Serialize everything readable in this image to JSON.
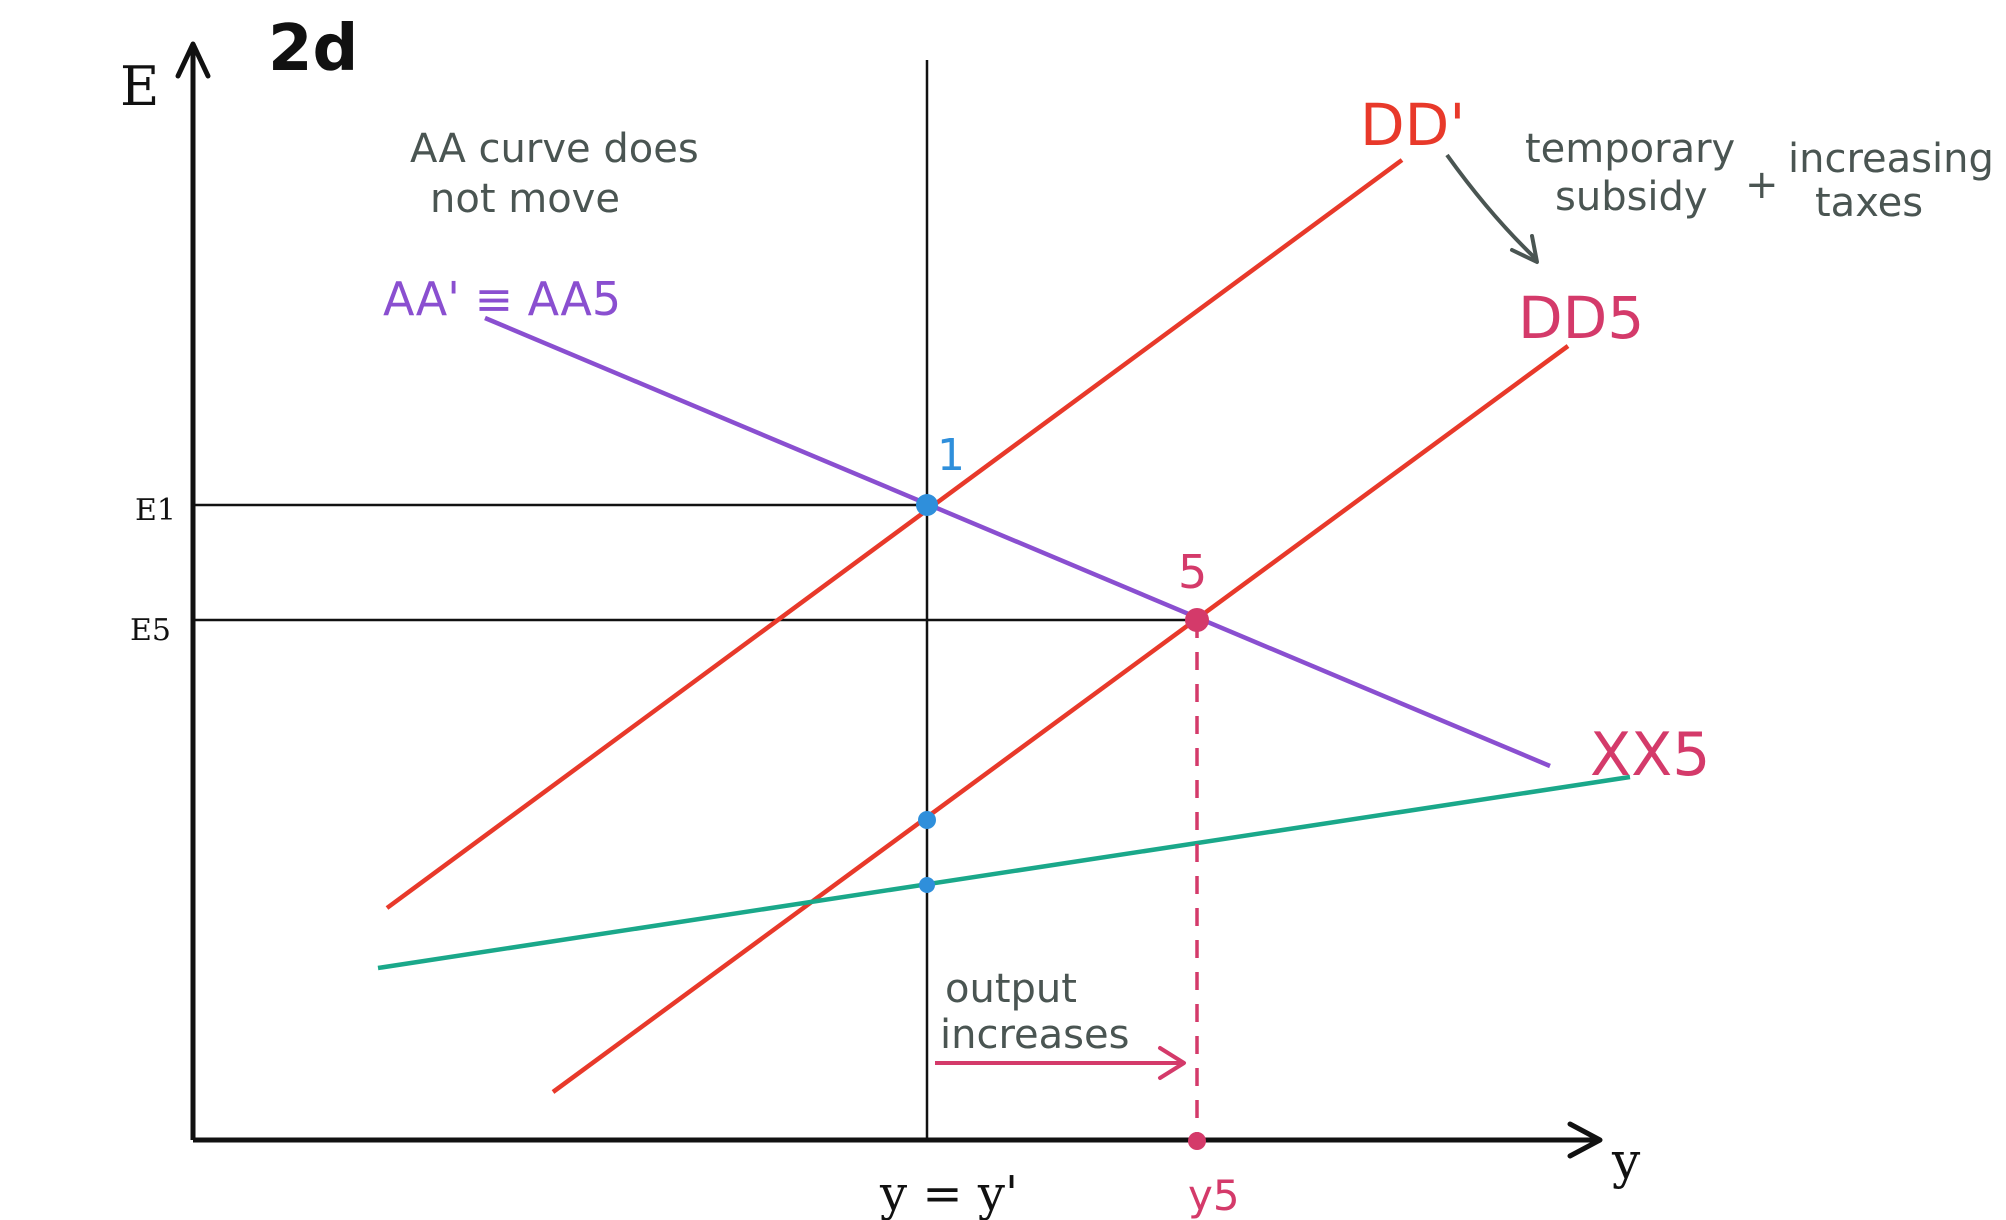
{
  "diagram": {
    "panel_label": "2d",
    "axes": {
      "y_axis_label": "E",
      "x_axis_label": "y",
      "e1_tick": "E1",
      "e5_tick": "E5",
      "y1_tick": "y = y'",
      "y5_tick": "y5"
    },
    "curves": {
      "aa_label": "AA' ≡ AA5",
      "dd1_label": "DD'",
      "dd5_label": "DD5",
      "xx5_label": "XX5"
    },
    "points": {
      "point1": "1",
      "point5": "5"
    },
    "annotations": {
      "aa_note_line1": "AA curve does",
      "aa_note_line2": "not move",
      "shift_note_line1": "temporary",
      "shift_note_line2": "subsidy",
      "shift_note_plus": "+",
      "shift_note_line3": "increasing",
      "shift_note_line4": "taxes",
      "output_note_line1": "output",
      "output_note_line2": "increases"
    },
    "colors": {
      "axis": "#111111",
      "aa": "#8a4fd0",
      "dd": "#e8392a",
      "xx": "#1aa88a",
      "point1": "#2f8fdb",
      "point5": "#d43a6a",
      "note": "#4a5552"
    }
  }
}
